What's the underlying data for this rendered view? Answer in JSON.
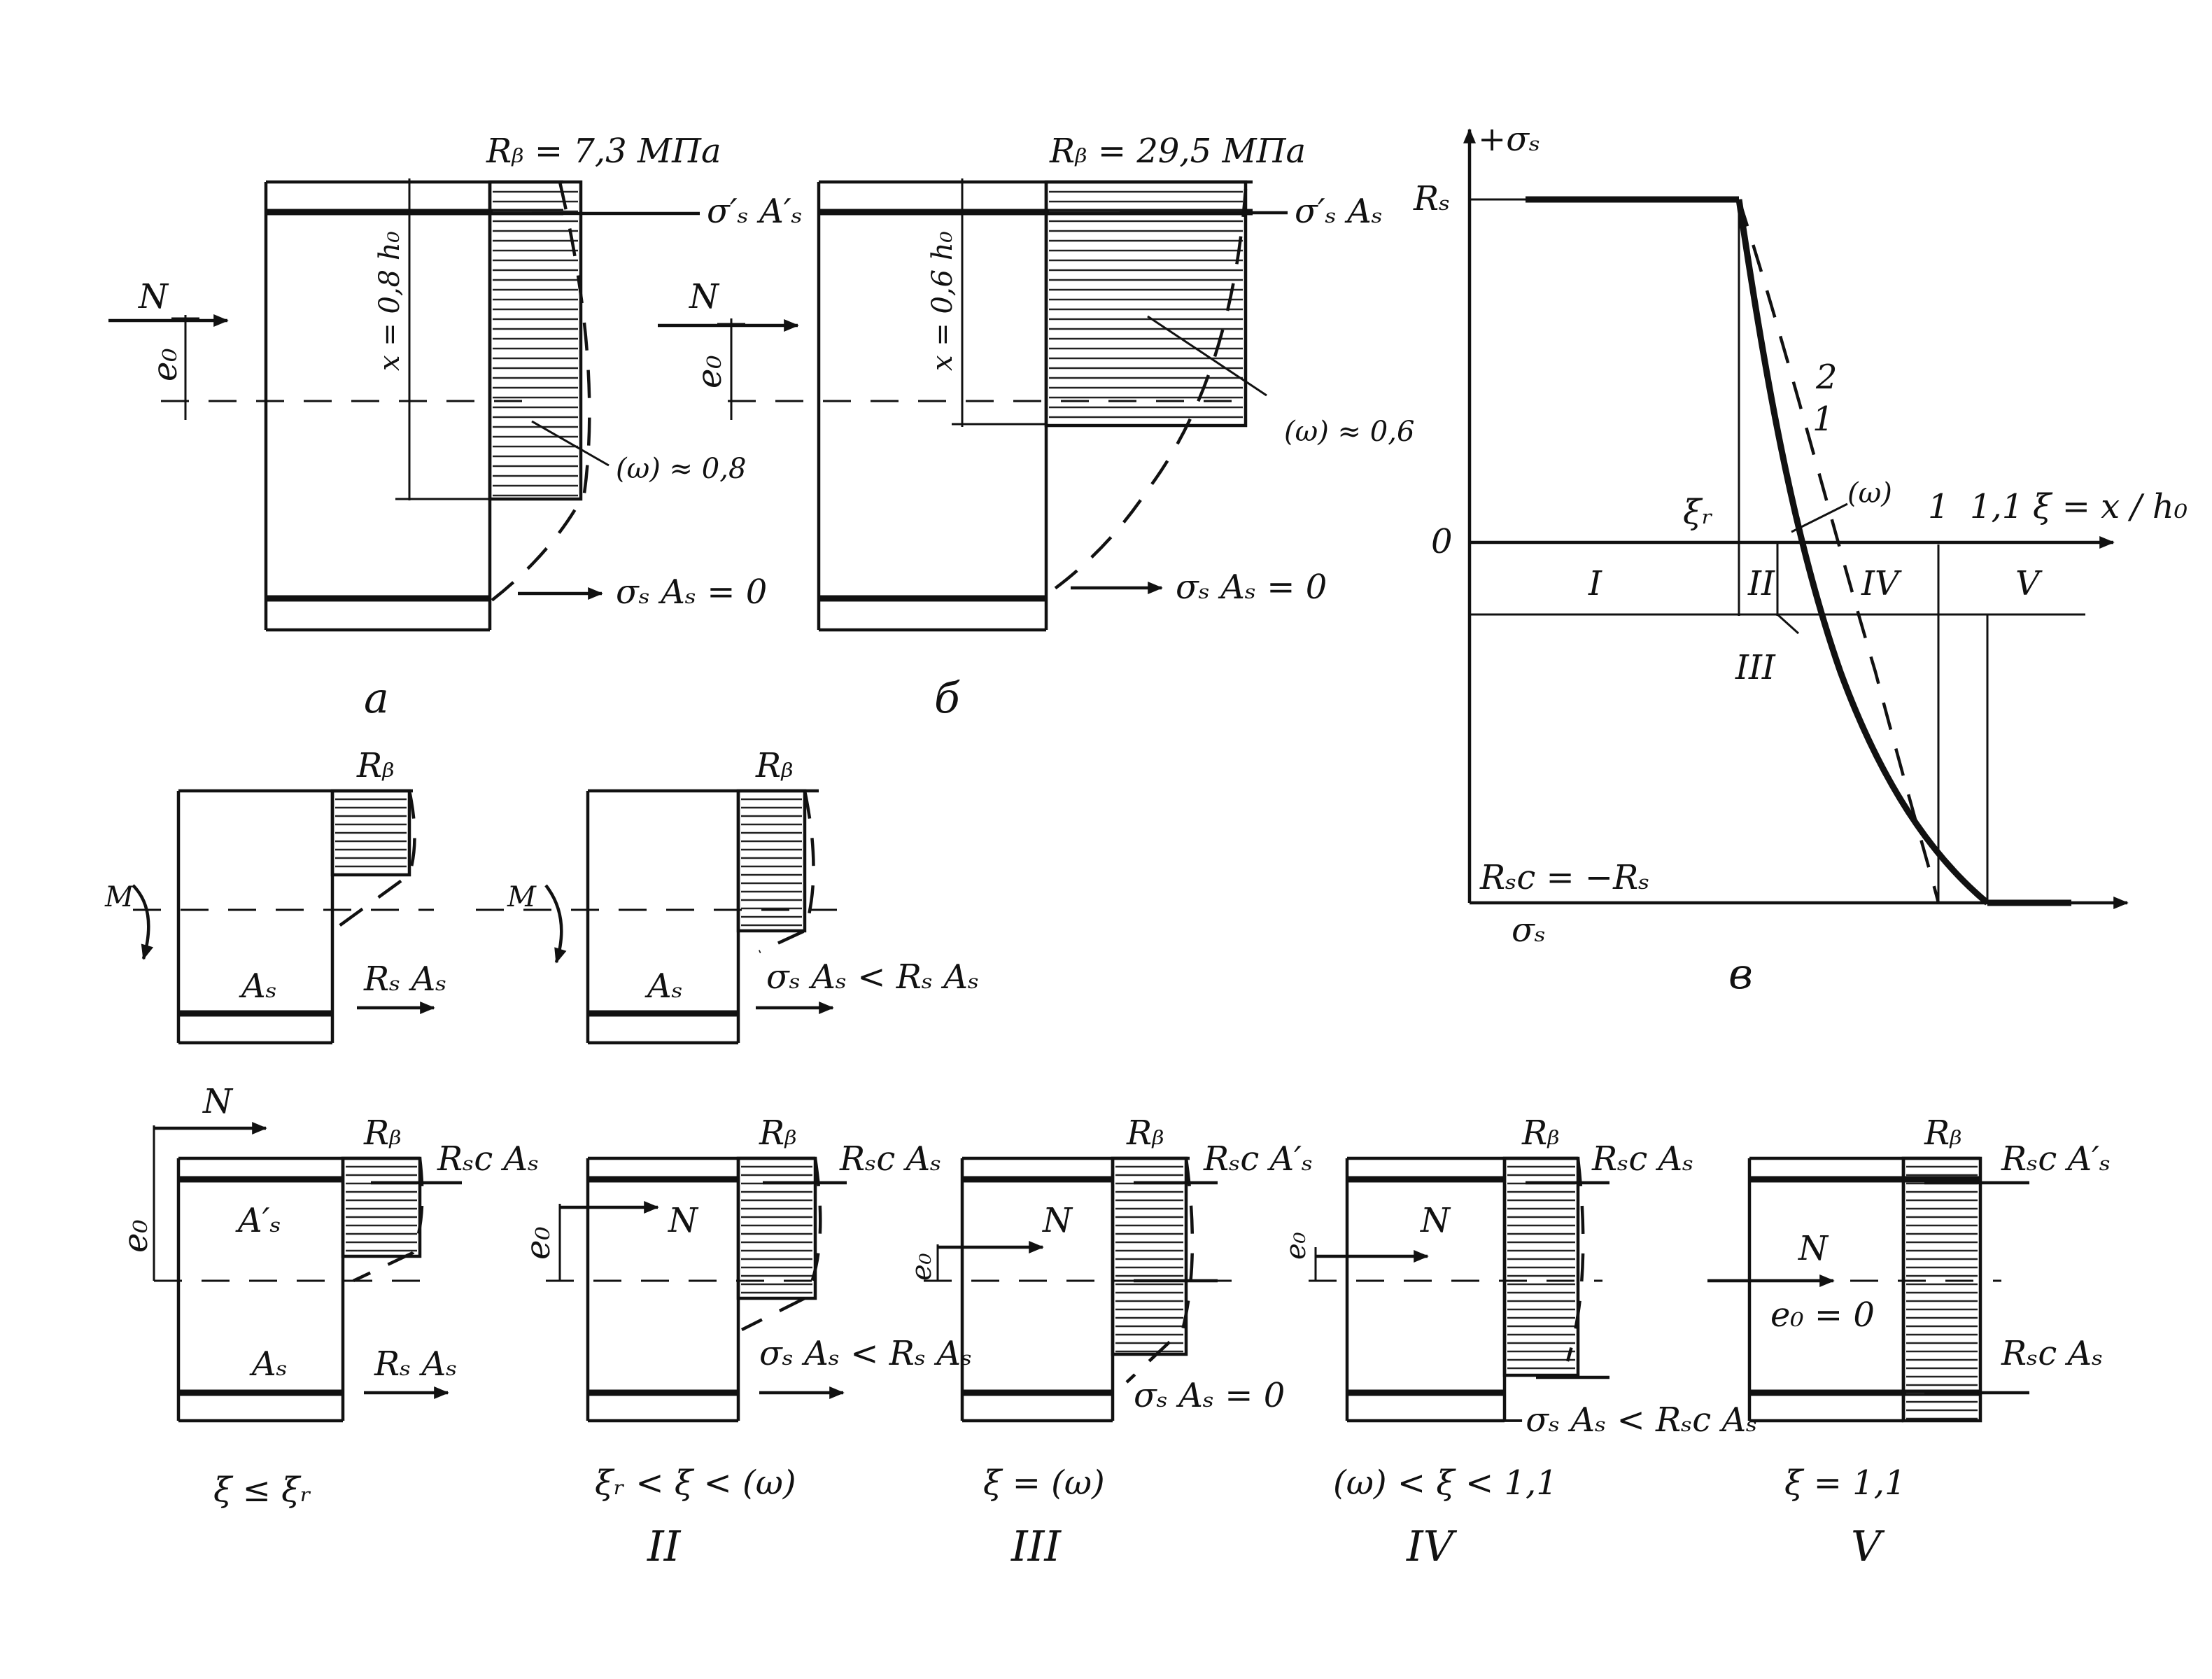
{
  "colors": {
    "ink": "#111111",
    "paper": "#ffffff"
  },
  "panel_a": {
    "strength": "Rᵦ = 7,3 МПа",
    "comp_force": "σ′ₛ A′ₛ",
    "N": "N",
    "e0": "e₀",
    "height": "x = 0,8 h₀",
    "omega": "(ω) ≈ 0,8",
    "tension": "σₛ Aₛ = 0",
    "letter": "а"
  },
  "panel_b": {
    "strength": "Rᵦ = 29,5 МПа",
    "comp_force": "σ′ₛ Aₛ",
    "N": "N",
    "e0": "e₀",
    "height": "x = 0,6 h₀",
    "omega": "(ω) ≈ 0,6",
    "tension": "σₛ Aₛ = 0",
    "letter": "б"
  },
  "panel_v": {
    "y_axis": "+σₛ",
    "Rs": "Rₛ",
    "zero": "0",
    "xi_R": "ξᵣ",
    "omega": "(ω)",
    "tick_1": "1",
    "tick_11": "1,1",
    "x_axis": "ξ = x / h₀",
    "zone_I": "I",
    "zone_II": "II",
    "zone_III": "III",
    "zone_IV": "IV",
    "zone_V": "V",
    "curve_2": "2",
    "curve_1": "1",
    "Rsc": "Rₛc = −Rₛ",
    "sigma_s": "σₛ",
    "letter": "в"
  },
  "bending": [
    {
      "M": "M",
      "Rb": "Rᵦ",
      "As": "Aₛ",
      "force": "Rₛ Aₛ"
    },
    {
      "M": "M",
      "Rb": "Rᵦ",
      "As": "Aₛ",
      "force": "σₛ Aₛ < Rₛ Aₛ"
    }
  ],
  "cases": [
    {
      "N": "N",
      "Rb": "Rᵦ",
      "e": "e₀",
      "top": "Rₛc Aₛ",
      "As_top": "A′ₛ",
      "As": "Aₛ",
      "bottom": "Rₛ Aₛ",
      "condition": "ξ ≤ ξᵣ",
      "roman": ""
    },
    {
      "N": "N",
      "Rb": "Rᵦ",
      "e": "e₀",
      "top": "Rₛc Aₛ",
      "bottom": "σₛ Aₛ < Rₛ Aₛ",
      "condition": "ξᵣ < ξ < (ω)",
      "roman": "II"
    },
    {
      "N": "N",
      "Rb": "Rᵦ",
      "e": "e₀",
      "top": "Rₛc A′ₛ",
      "bottom": "σₛ Aₛ = 0",
      "condition": "ξ = (ω)",
      "roman": "III"
    },
    {
      "N": "N",
      "Rb": "Rᵦ",
      "e": "e₀",
      "top": "Rₛc Aₛ",
      "bottom": "−σₛ Aₛ < Rₛc Aₛ",
      "condition": "(ω) < ξ < 1,1",
      "roman": "IV"
    },
    {
      "N": "N",
      "Rb": "Rᵦ",
      "e": "e₀ = 0",
      "top": "Rₛc A′ₛ",
      "bottom": "Rₛc Aₛ",
      "condition": "ξ = 1,1",
      "roman": "V"
    }
  ]
}
